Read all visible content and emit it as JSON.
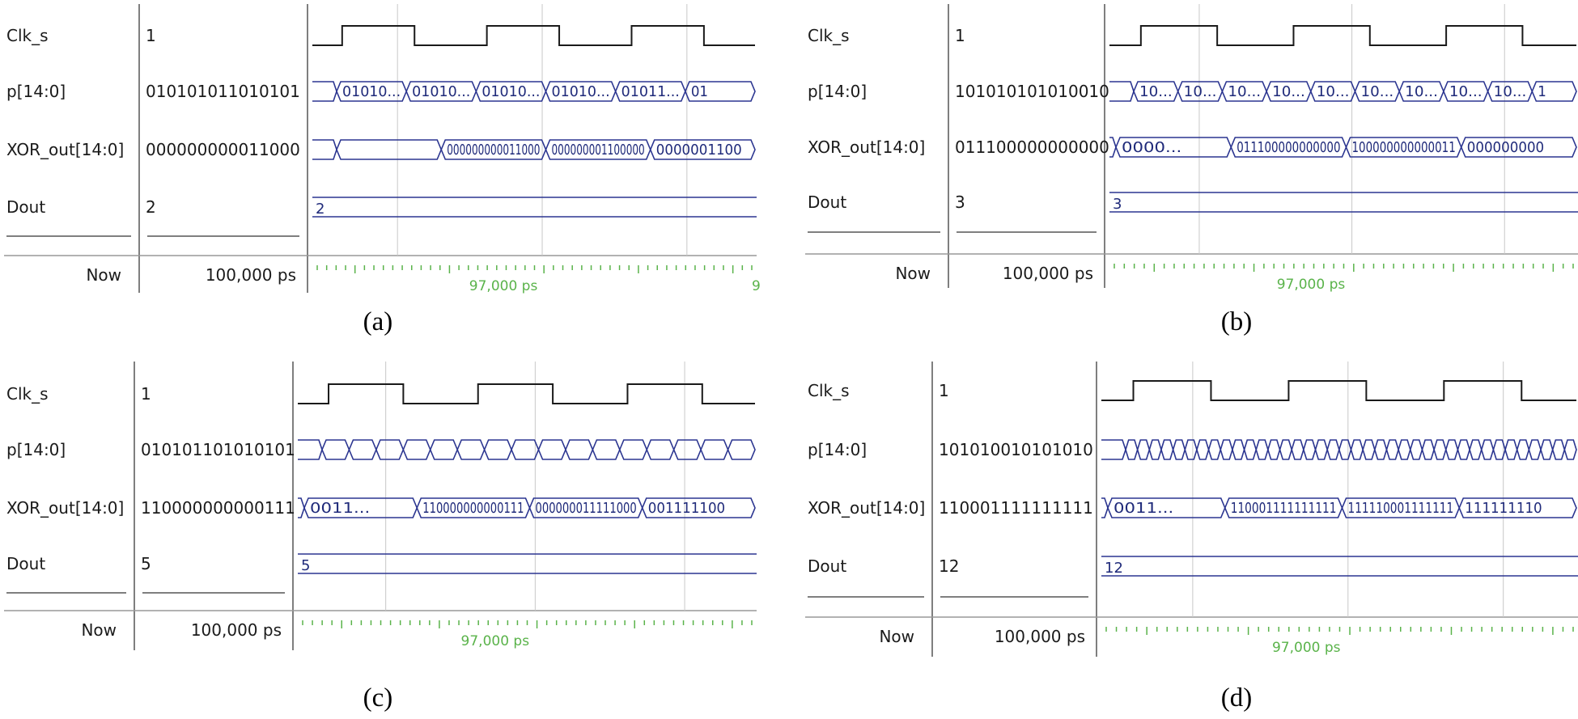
{
  "panels": [
    {
      "id": "a",
      "caption": "(a)",
      "signals": [
        {
          "name": "Clk_s",
          "value": "1"
        },
        {
          "name": "p[14:0]",
          "value": "010101011010101"
        },
        {
          "name": "XOR_out[14:0]",
          "value": "000000000011000"
        },
        {
          "name": "Dout",
          "value": "2"
        }
      ],
      "now_label": "Now",
      "now_value": "100,000 ps",
      "timeline_label": "97,000 ps",
      "timeline_extra": "9",
      "p_segments": [
        "01010...",
        "01010...",
        "01010...",
        "01010...",
        "01011...",
        "01"
      ],
      "xor_segments": [
        "",
        "000000000011000",
        "000000001100000",
        "0000001100"
      ],
      "dout_text": "2"
    },
    {
      "id": "b",
      "caption": "(b)",
      "signals": [
        {
          "name": "Clk_s",
          "value": "1"
        },
        {
          "name": "p[14:0]",
          "value": "101010101010010"
        },
        {
          "name": "XOR_out[14:0]",
          "value": "011100000000000"
        },
        {
          "name": "Dout",
          "value": "3"
        }
      ],
      "now_label": "Now",
      "now_value": "100,000 ps",
      "timeline_label": "97,000 ps",
      "timeline_extra": "",
      "p_segments": [
        "10...",
        "10...",
        "10...",
        "10...",
        "10...",
        "10...",
        "10...",
        "10...",
        "10...",
        "1"
      ],
      "xor_segments": [
        "0000...",
        "011100000000000",
        "100000000000011",
        "000000000"
      ],
      "dout_text": "3"
    },
    {
      "id": "c",
      "caption": "(c)",
      "signals": [
        {
          "name": "Clk_s",
          "value": "1"
        },
        {
          "name": "p[14:0]",
          "value": "010101101010101"
        },
        {
          "name": "XOR_out[14:0]",
          "value": "110000000000111"
        },
        {
          "name": "Dout",
          "value": "5"
        }
      ],
      "now_label": "Now",
      "now_value": "100,000 ps",
      "timeline_label": "97,000 ps",
      "timeline_extra": "",
      "p_segments": [
        "",
        "",
        "",
        "",
        "",
        "",
        "",
        "",
        "",
        "",
        "",
        "",
        "",
        "",
        "",
        ""
      ],
      "xor_segments": [
        "0011...",
        "110000000000111",
        "000000011111000",
        "001111100"
      ],
      "dout_text": "5"
    },
    {
      "id": "d",
      "caption": "(d)",
      "signals": [
        {
          "name": "Clk_s",
          "value": "1"
        },
        {
          "name": "p[14:0]",
          "value": "101010010101010"
        },
        {
          "name": "XOR_out[14:0]",
          "value": "110001111111111"
        },
        {
          "name": "Dout",
          "value": "12"
        }
      ],
      "now_label": "Now",
      "now_value": "100,000 ps",
      "timeline_label": "97,000 ps",
      "timeline_extra": "",
      "p_segments": [
        "",
        "",
        "",
        "",
        "",
        "",
        "",
        "",
        "",
        "",
        "",
        "",
        "",
        "",
        "",
        "",
        "",
        "",
        "",
        "",
        "",
        "",
        "",
        "",
        "",
        "",
        "",
        "",
        "",
        "",
        "",
        "",
        "",
        "",
        "",
        "",
        "",
        ""
      ],
      "xor_segments": [
        "0011...",
        "110001111111111",
        "111110001111111",
        "111111110"
      ],
      "dout_text": "12"
    }
  ],
  "colors": {
    "bus": "#2b3590",
    "clock": "#1a1a1a",
    "grid": "#c8c8c8",
    "timeline": "#5ab34a",
    "divider": "#555555"
  }
}
